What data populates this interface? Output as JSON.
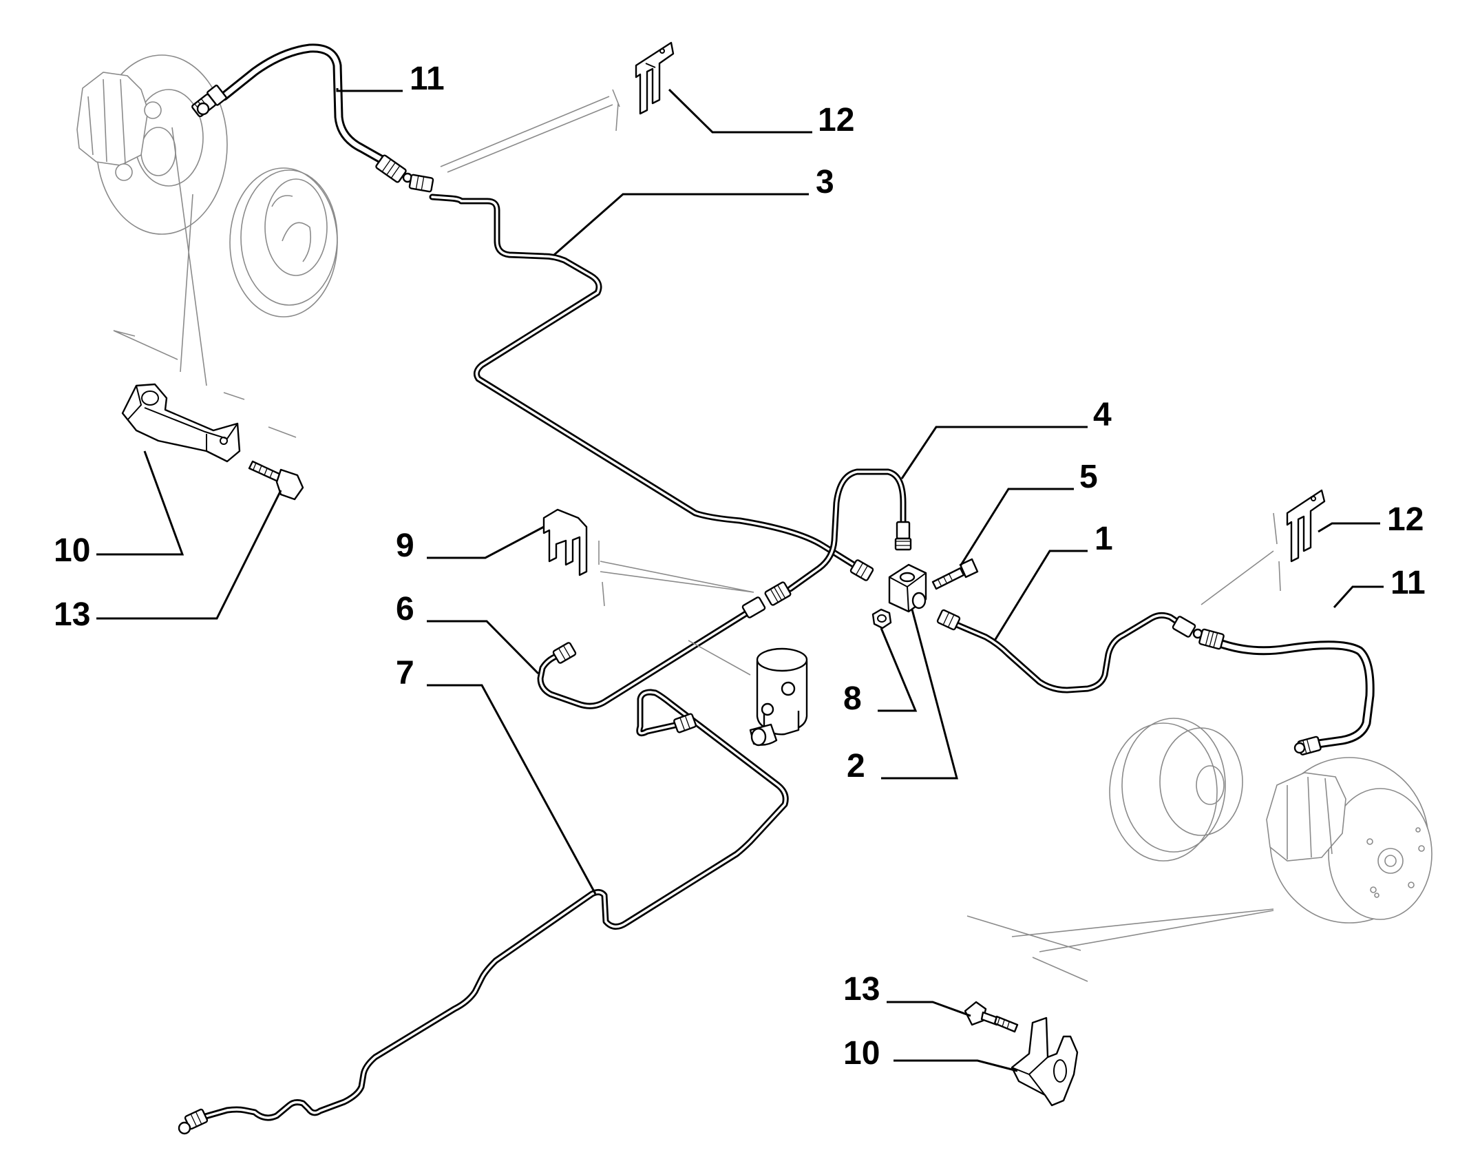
{
  "callouts": [
    {
      "id": "c-11-top",
      "label": "11"
    },
    {
      "id": "c-12-top",
      "label": "12"
    },
    {
      "id": "c-3",
      "label": "3"
    },
    {
      "id": "c-4",
      "label": "4"
    },
    {
      "id": "c-5",
      "label": "5"
    },
    {
      "id": "c-1",
      "label": "1"
    },
    {
      "id": "c-12-right",
      "label": "12"
    },
    {
      "id": "c-11-right",
      "label": "11"
    },
    {
      "id": "c-9",
      "label": "9"
    },
    {
      "id": "c-6",
      "label": "6"
    },
    {
      "id": "c-7",
      "label": "7"
    },
    {
      "id": "c-8",
      "label": "8"
    },
    {
      "id": "c-2",
      "label": "2"
    },
    {
      "id": "c-10-left",
      "label": "10"
    },
    {
      "id": "c-13-left",
      "label": "13"
    },
    {
      "id": "c-13-bottom",
      "label": "13"
    },
    {
      "id": "c-10-bottom",
      "label": "10"
    }
  ]
}
